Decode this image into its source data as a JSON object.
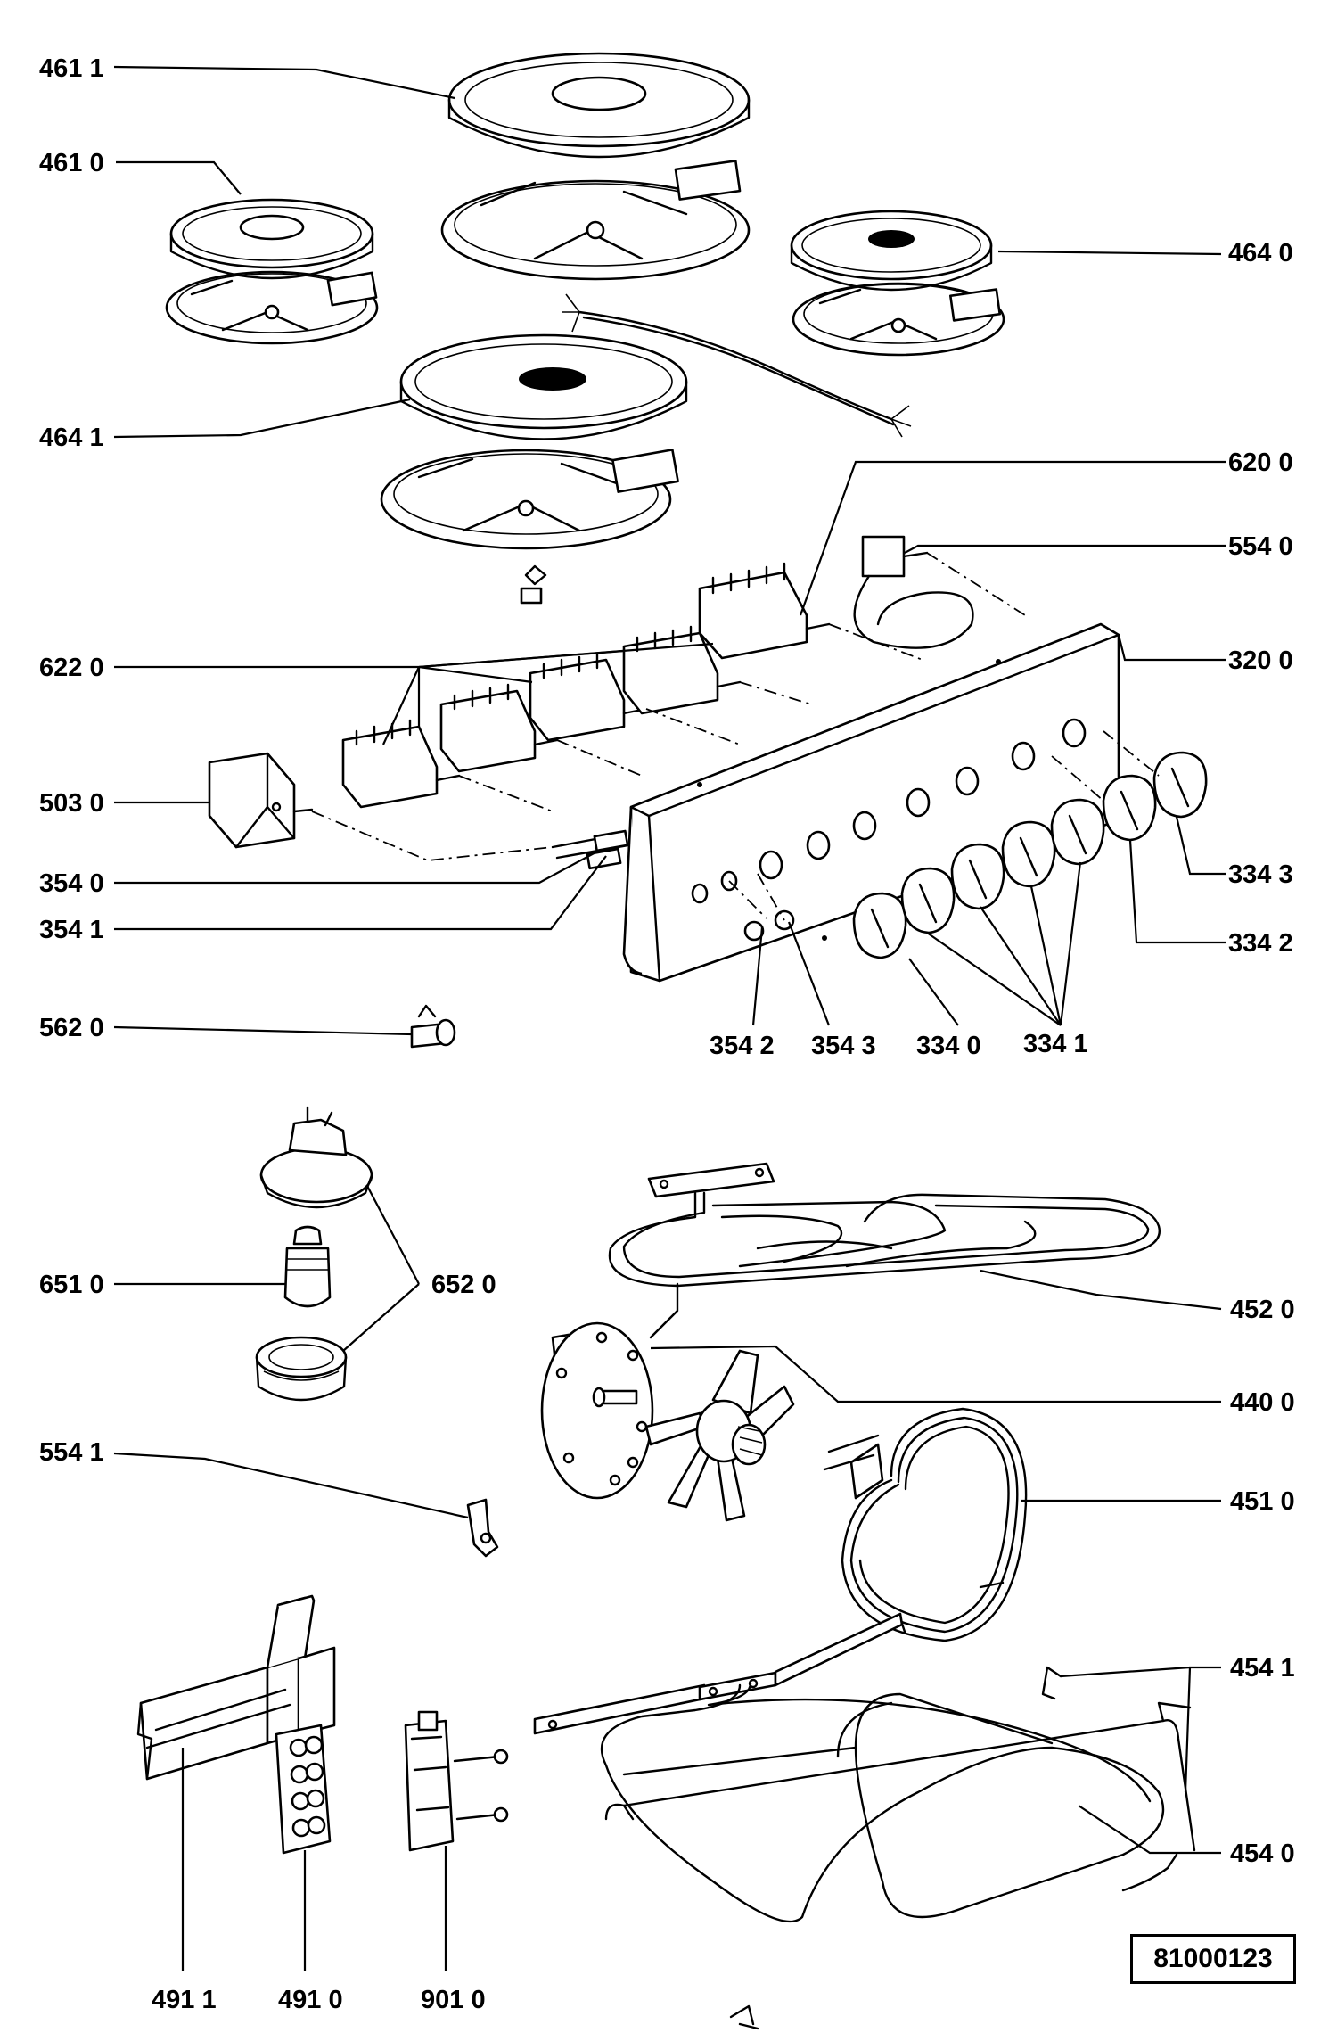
{
  "diagram": {
    "labels": {
      "l4611": "461 1",
      "l4610": "461 0",
      "l4640": "464 0",
      "l4641": "464 1",
      "l6200": "620 0",
      "l5540": "554 0",
      "l3200": "320 0",
      "l6220": "622 0",
      "l5030": "503 0",
      "l3540": "354 0",
      "l3541": "354 1",
      "l3343": "334 3",
      "l3342": "334 2",
      "l3542": "354 2",
      "l3543": "354 3",
      "l3340": "334 0",
      "l3341": "334 1",
      "l5620": "562 0",
      "l6510": "651 0",
      "l6520": "652 0",
      "l4520": "452 0",
      "l4400": "440 0",
      "l5541": "554 1",
      "l4510": "451 0",
      "l4541": "454 1",
      "l4540": "454 0",
      "l4911": "491 1",
      "l4910": "491 0",
      "l9010": "901 0"
    },
    "reference": "81000123"
  }
}
